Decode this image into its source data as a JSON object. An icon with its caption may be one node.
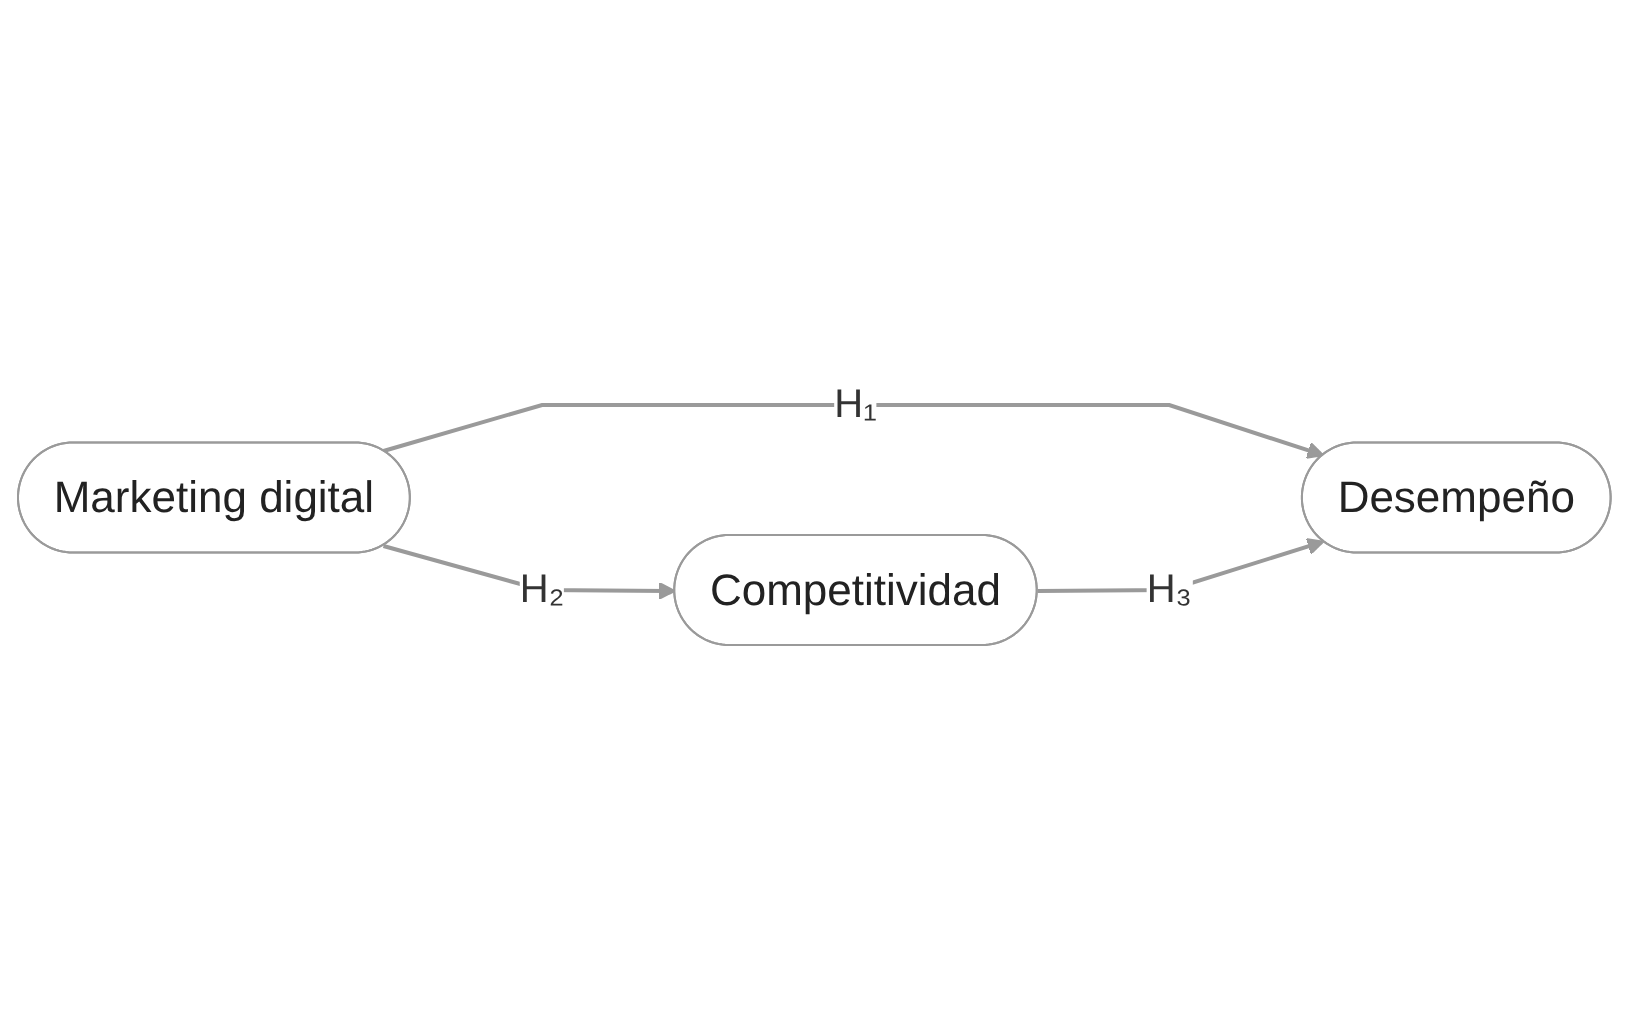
{
  "diagram": {
    "nodes": [
      {
        "text": [
          "Marketing digital"
        ]
      },
      {
        "text": [
          "Desempeño"
        ]
      },
      {
        "text": [
          "Competitividad"
        ]
      }
    ],
    "edges": [
      {
        "from": 0,
        "to": 1,
        "arrow": "to",
        "label": "H₁"
      },
      {
        "from": 0,
        "to": 2,
        "arrow": "to",
        "label": "H₂"
      },
      {
        "from": 2,
        "to": 1,
        "arrow": "to",
        "label": "H₃"
      }
    ]
  }
}
